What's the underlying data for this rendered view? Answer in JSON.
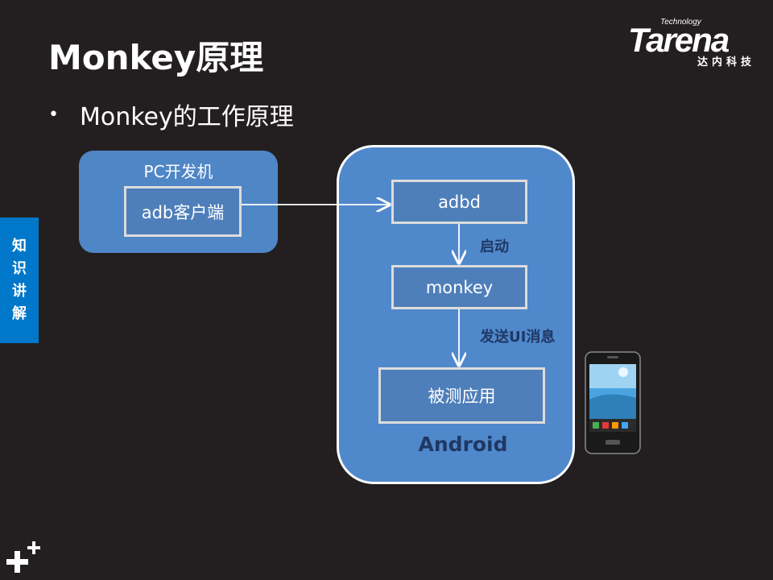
{
  "slide": {
    "title": "Monkey原理",
    "bullet": "Monkey的工作原理",
    "side_tab": [
      "知",
      "识",
      "讲",
      "解"
    ]
  },
  "logo": {
    "tagline": "Technology",
    "brand": "Tarena",
    "subtitle": "达内科技"
  },
  "diagram": {
    "pc_group_label": "PC开发机",
    "adb_client": "adb客户端",
    "adbd": "adbd",
    "monkey": "monkey",
    "app_under_test": "被测应用",
    "android_label": "Android",
    "edge_start": "启动",
    "edge_send_ui": "发送UI消息"
  },
  "icons": {
    "phone": "smartphone-icon",
    "plus": "plus-icon"
  },
  "colors": {
    "background": "#231f20",
    "box_fill": "#4f86c6",
    "android_fill": "#5088cc",
    "accent_tab": "#0077c8",
    "label_dark": "#1f3864"
  }
}
